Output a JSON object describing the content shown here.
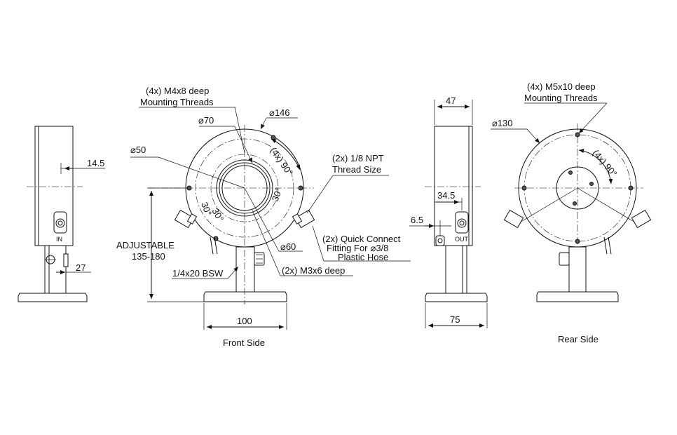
{
  "views": {
    "front_caption": "Front Side",
    "rear_caption": "Rear Side"
  },
  "left_side": {
    "dim_top": "14.5",
    "dim_bottom": "27",
    "port_label": "IN"
  },
  "front": {
    "mount_threads_line1": "(4x) M4x8 deep",
    "mount_threads_line2": "Mounting Threads",
    "d70": "70",
    "d146": "146",
    "d50": "50",
    "d60": "60",
    "angle_4x90": "(4x) 90°",
    "angle_30_a": "30°",
    "angle_30_b": "30°",
    "angle_30_c": "30°",
    "npt_line1": "(2x) 1/8 NPT",
    "npt_line2": "Thread Size",
    "qc_line1": "(2x) Quick Connect",
    "qc_line2_prefix": "Fitting For",
    "qc_line2_value": "3/8",
    "qc_line3": "Plastic Hose",
    "adjustable": "ADJUSTABLE",
    "adjustable_range": "135-180",
    "bsw": "1/4x20 BSW",
    "m3": "(2x) M3x6 deep",
    "base_width": "100"
  },
  "right_side": {
    "dim_top": "47",
    "dim_mid": "34.5",
    "dim_small": "6.5",
    "port_label": "OUT",
    "base_width": "75"
  },
  "rear": {
    "mount_threads_line1": "(4x) M5x10 deep",
    "mount_threads_line2": "Mounting Threads",
    "d130": "130",
    "angle_4x90": "(4x) 90°"
  },
  "symbols": {
    "diameter": "⌀"
  }
}
